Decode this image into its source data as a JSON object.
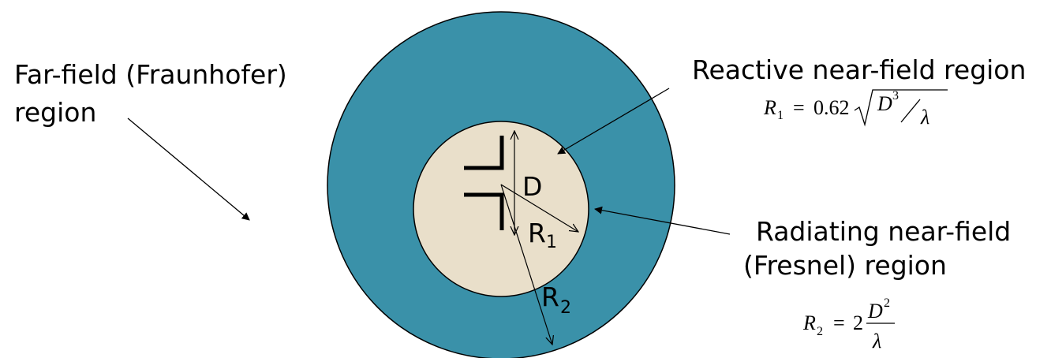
{
  "colors": {
    "outer_region": "#3a91a9",
    "inner_region": "#e9dfca",
    "stroke": "#000000"
  },
  "labels": {
    "far_field_line1": "Far-field (Fraunhofer)",
    "far_field_line2": "region",
    "reactive": "Reactive near-field region",
    "radiating_line1": "Radiating near-field",
    "radiating_line2": "(Fresnel) region",
    "d": "D",
    "r1_main": "R",
    "r1_sub": "1",
    "r2_main": "R",
    "r2_sub": "2"
  },
  "formulas": {
    "r1": {
      "lhs": "R",
      "lhs_sub": "1",
      "equals": "=",
      "coef": "0.62",
      "numer": "D",
      "numer_exp": "3",
      "denom": "λ"
    },
    "r2": {
      "lhs": "R",
      "lhs_sub": "2",
      "equals": "=",
      "coef": "2",
      "numer": "D",
      "numer_exp": "2",
      "denom": "λ"
    }
  }
}
